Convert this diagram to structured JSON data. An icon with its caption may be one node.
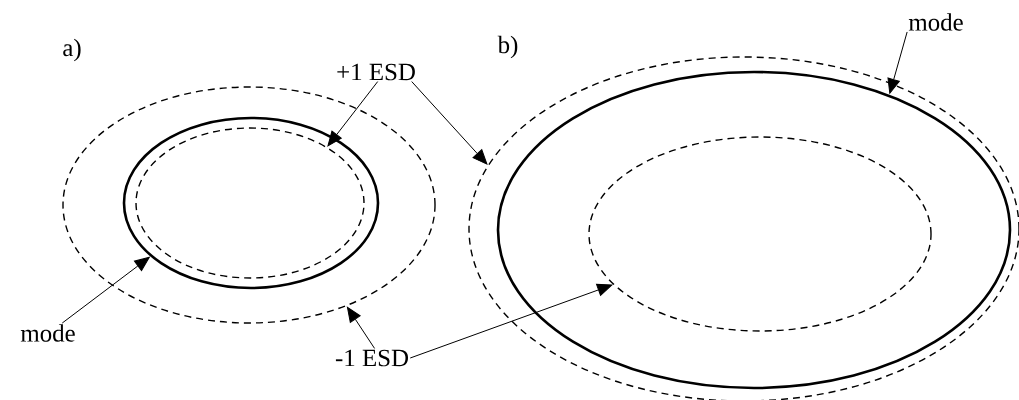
{
  "diagram": {
    "nodes": [
      {
        "text": [],
        "shape": "ellipse"
      },
      {
        "text": [],
        "shape": "ellipse",
        "in": 0
      },
      {
        "text": [],
        "shape": "ellipse",
        "in": 1
      },
      {
        "text": [],
        "shape": "ellipse"
      },
      {
        "text": [],
        "shape": "ellipse",
        "in": 3
      },
      {
        "text": [],
        "shape": "ellipse",
        "in": 4
      },
      {
        "text": [
          "+1 ESD"
        ]
      },
      {
        "text": [
          "mode"
        ]
      },
      {
        "text": [
          "-1 ESD"
        ]
      },
      {
        "text": [
          "mode"
        ]
      }
    ],
    "edges": [
      {
        "from": 6,
        "to": 2,
        "arrow": "to"
      },
      {
        "from": 6,
        "to": 3,
        "arrow": "to"
      },
      {
        "from": 7,
        "to": 1,
        "arrow": "to"
      },
      {
        "from": 8,
        "to": 0,
        "arrow": "to"
      },
      {
        "from": 8,
        "to": 5,
        "arrow": "to"
      },
      {
        "from": 9,
        "to": 4,
        "arrow": "to"
      }
    ],
    "labels": [
      "a)",
      "b)"
    ]
  }
}
